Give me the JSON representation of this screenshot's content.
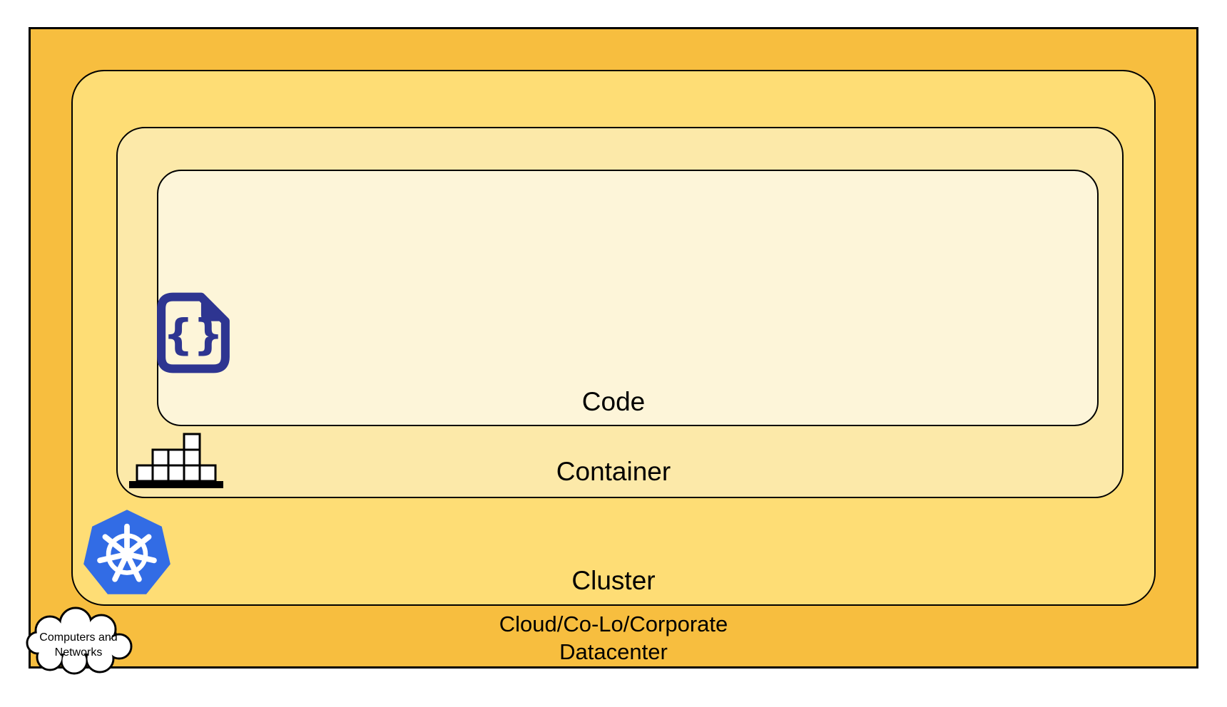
{
  "diagram": {
    "layers": {
      "code": {
        "label": "Code"
      },
      "container": {
        "label": "Container"
      },
      "cluster": {
        "label": "Cluster"
      },
      "datacenter": {
        "label_line1": "Cloud/Co-Lo/Corporate",
        "label_line2": "Datacenter"
      }
    },
    "cloud_callout": {
      "line1": "Computers and",
      "line2": "Networks"
    },
    "icons": {
      "code": "code-file-icon",
      "container": "container-stack-icon",
      "cluster": "kubernetes-helm-icon",
      "datacenter": "computers-networks-cloud-icon"
    },
    "code_icon_glyph": "{}",
    "colors": {
      "datacenter_fill": "#F7BE3F",
      "cluster_fill": "#FEDD75",
      "container_fill": "#FCE9A9",
      "code_fill": "#FDF5D9",
      "border": "#000000",
      "text": "#000000",
      "code_icon": "#2E3591",
      "kubernetes_blue": "#326CE5",
      "icon_box_fill": "#FFFFFF"
    }
  }
}
